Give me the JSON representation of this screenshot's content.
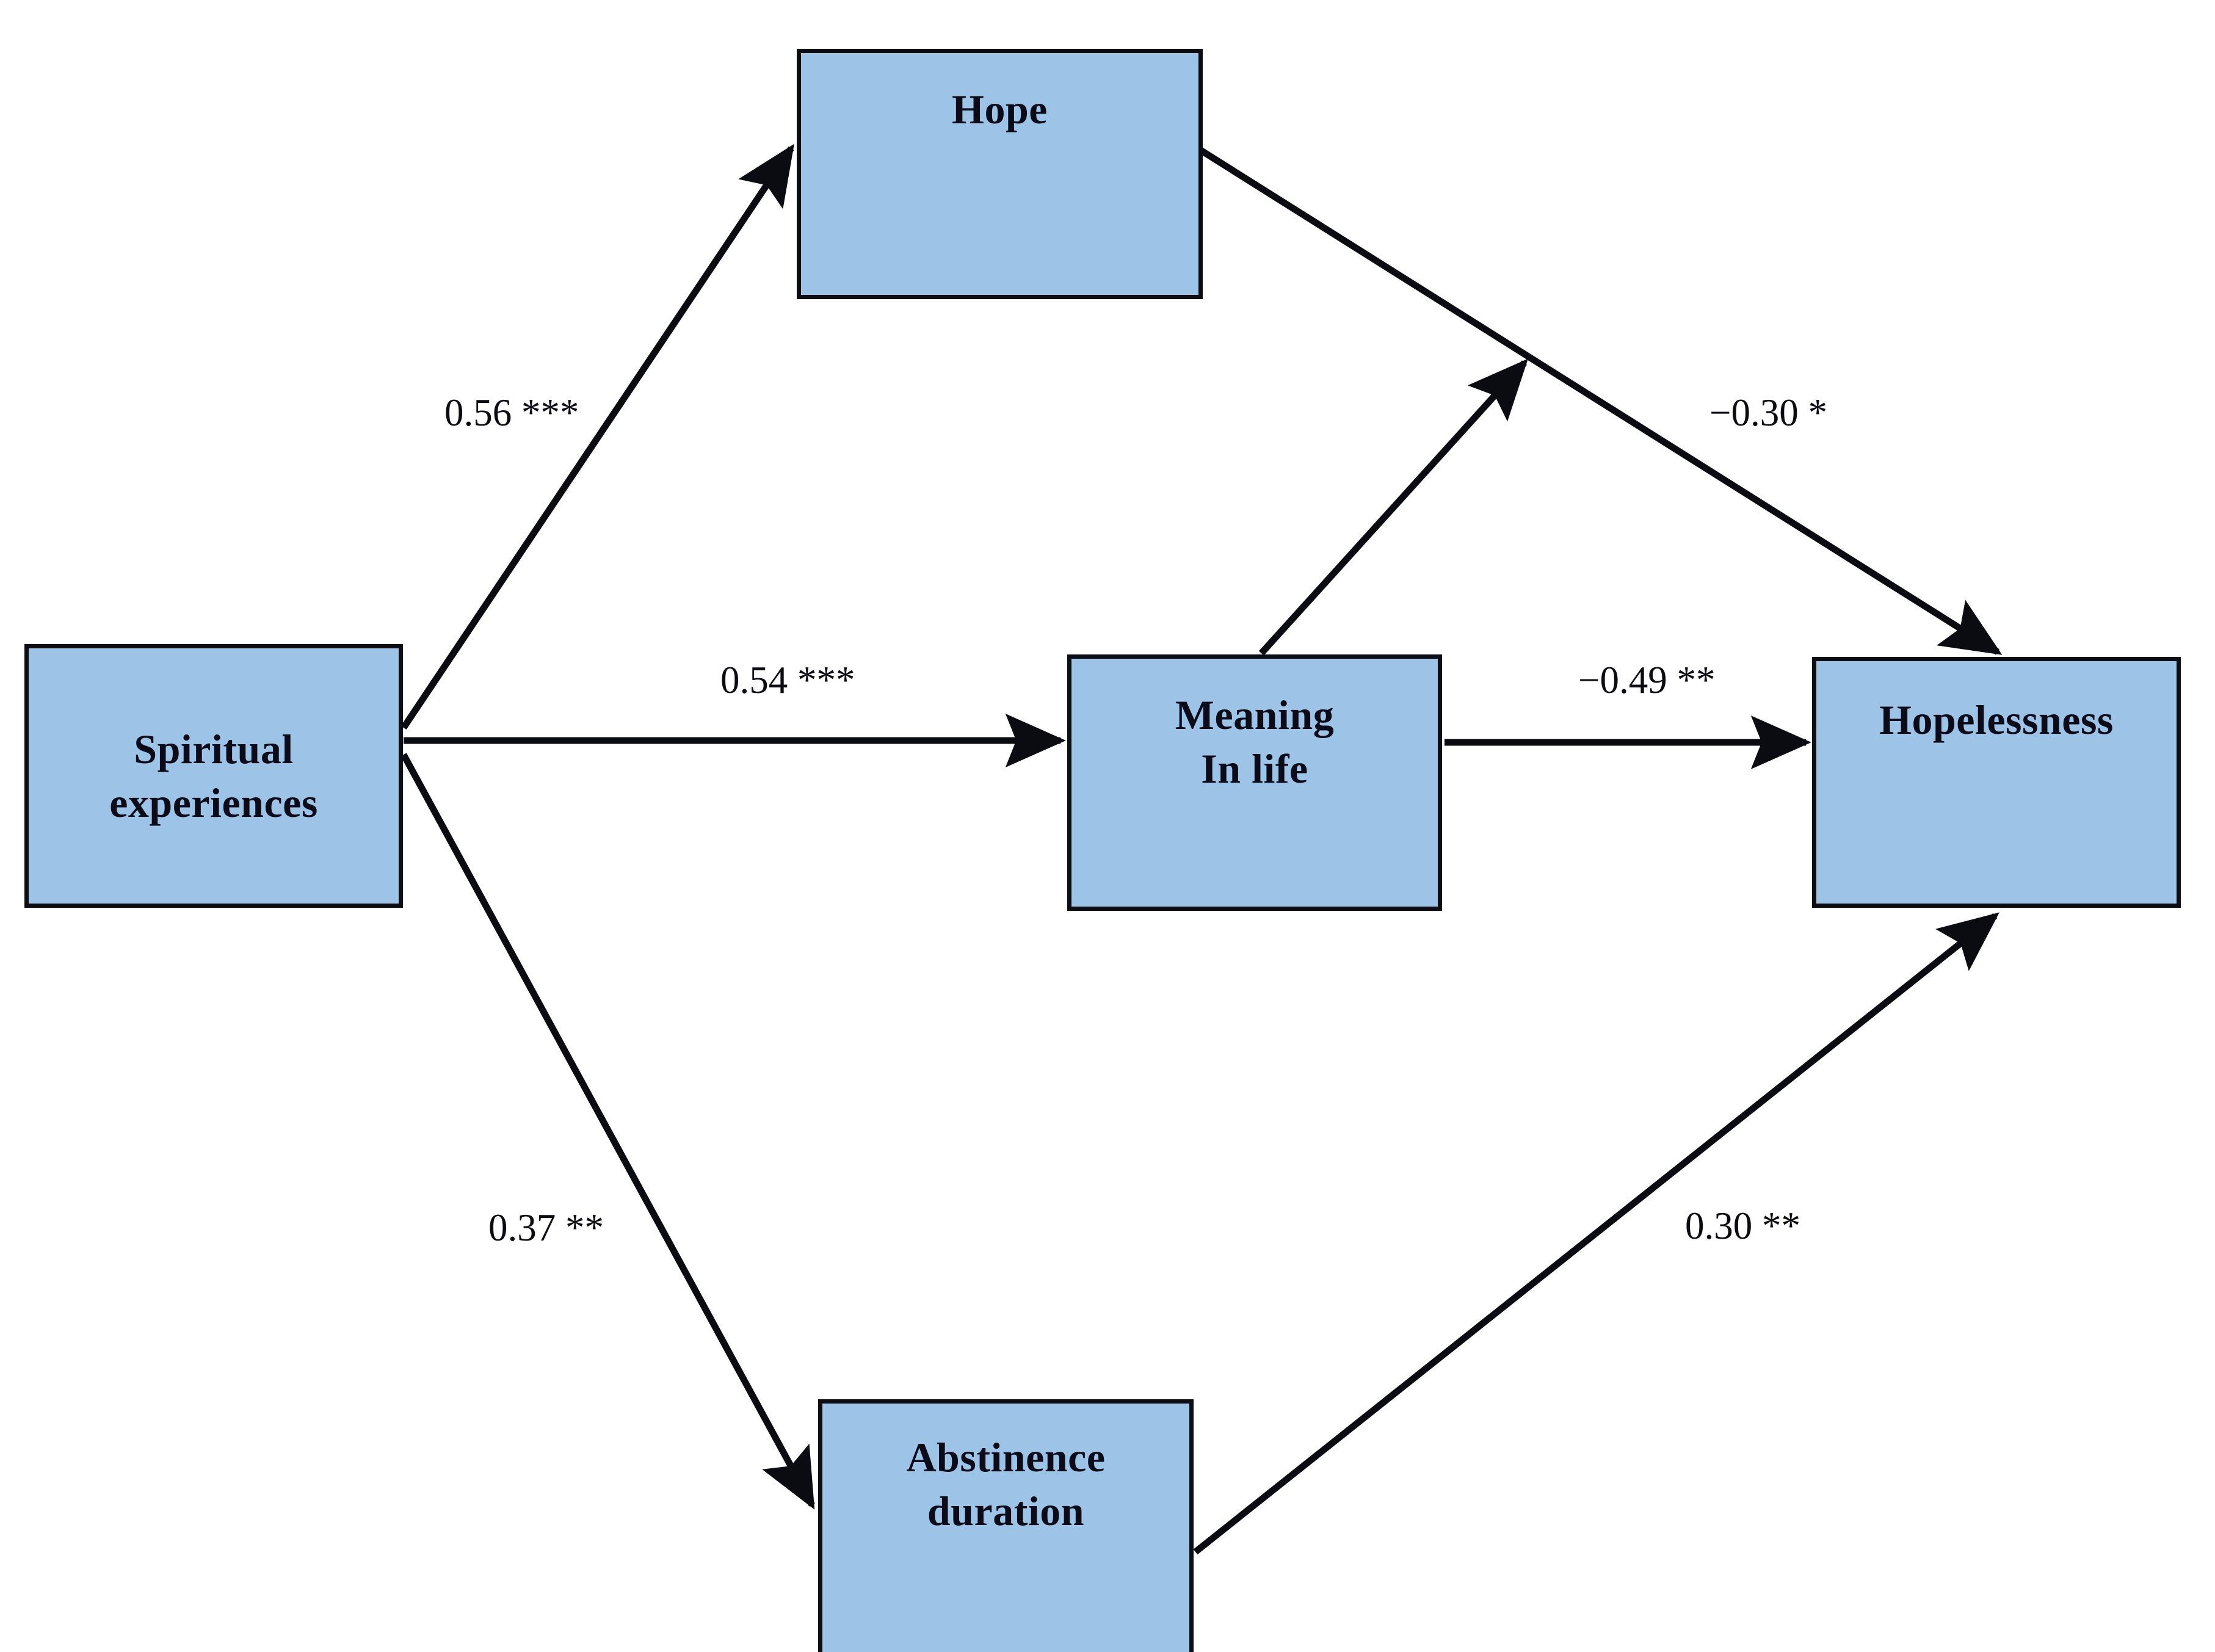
{
  "figure": {
    "type": "path-diagram",
    "background_color": "#ffffff",
    "node_fill_color": "#9DC3E6",
    "node_border_color": "#0D0D14",
    "arrow_color": "#0B0B12"
  },
  "nodes": [
    {
      "id": "spiritual",
      "label": "Spiritual\nexperiences"
    },
    {
      "id": "hope",
      "label": "Hope"
    },
    {
      "id": "meaning",
      "label": "Meaning\nIn life"
    },
    {
      "id": "hopelessness",
      "label": "Hopelessness"
    },
    {
      "id": "abstinence",
      "label": "Abstinence\nduration"
    }
  ],
  "paths": [
    {
      "id": "se-hope",
      "from": "spiritual",
      "to": "hope",
      "label": "0.56 ***",
      "coefficient": 0.56,
      "significance": "***"
    },
    {
      "id": "se-meaning",
      "from": "spiritual",
      "to": "meaning",
      "label": "0.54 ***",
      "coefficient": 0.54,
      "significance": "***"
    },
    {
      "id": "se-abst",
      "from": "spiritual",
      "to": "abstinence",
      "label": "0.37 **",
      "coefficient": 0.37,
      "significance": "**"
    },
    {
      "id": "hope-hless",
      "from": "hope",
      "to": "hopelessness",
      "label": "−0.30 *",
      "coefficient": -0.3,
      "significance": "*"
    },
    {
      "id": "meaning-hless",
      "from": "meaning",
      "to": "hopelessness",
      "label": "−0.49 **",
      "coefficient": -0.49,
      "significance": "**"
    },
    {
      "id": "abst-hless",
      "from": "abstinence",
      "to": "hopelessness",
      "label": "0.30 **",
      "coefficient": 0.3,
      "significance": "**"
    },
    {
      "id": "meaning-moderates-hope-hless",
      "from": "meaning",
      "to": "hope-hless-path",
      "label": "",
      "coefficient": null,
      "significance": ""
    }
  ],
  "chart_data": {
    "type": "diagram",
    "title": "",
    "nodes": [
      "Spiritual experiences",
      "Hope",
      "Meaning In life",
      "Hopelessness",
      "Abstinence duration"
    ],
    "edges": [
      {
        "source": "Spiritual experiences",
        "target": "Hope",
        "value": 0.56,
        "label": "0.56 ***"
      },
      {
        "source": "Spiritual experiences",
        "target": "Meaning In life",
        "value": 0.54,
        "label": "0.54 ***"
      },
      {
        "source": "Spiritual experiences",
        "target": "Abstinence duration",
        "value": 0.37,
        "label": "0.37 **"
      },
      {
        "source": "Hope",
        "target": "Hopelessness",
        "value": -0.3,
        "label": "−0.30 *"
      },
      {
        "source": "Meaning In life",
        "target": "Hopelessness",
        "value": -0.49,
        "label": "−0.49 **"
      },
      {
        "source": "Abstinence duration",
        "target": "Hopelessness",
        "value": 0.3,
        "label": "0.30 **"
      },
      {
        "source": "Meaning In life",
        "target": "Hope → Hopelessness path",
        "value": null,
        "label": ""
      }
    ],
    "legend": [],
    "annotations": []
  }
}
